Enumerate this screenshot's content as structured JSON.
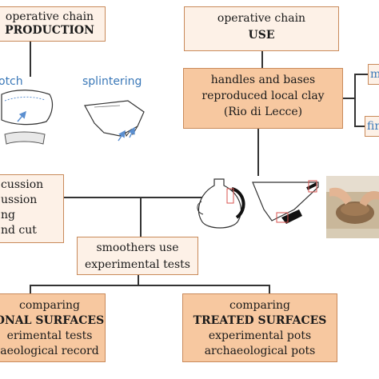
{
  "production_box": {
    "line1": "operative chain",
    "line2": "PRODUCTION"
  },
  "use_box": {
    "line1": "operative chain",
    "line2": "USE"
  },
  "clay_box": {
    "line1": "handles and bases",
    "line2": "reproduced local clay",
    "line3": "(Rio di Lecce)"
  },
  "side_box_top": {
    "text": "m"
  },
  "side_box_bottom": {
    "text": "fir"
  },
  "labels": {
    "notch": "otch",
    "splintering": "splintering"
  },
  "percussion_box": {
    "line1": "cussion",
    "line2": "ussion",
    "line3": "ng",
    "line4": "nd cut"
  },
  "smoothers_box": {
    "line1": "smoothers use",
    "line2": "experimental tests"
  },
  "functional_box": {
    "line1": "comparing",
    "line2": "ONAL SURFACES",
    "line3": "erimental tests",
    "line4": "aeological record"
  },
  "treated_box": {
    "line1": "comparing",
    "line2": "TREATED SURFACES",
    "line3": "experimental pots",
    "line4": "archaeological pots"
  },
  "colors": {
    "box_border": "#c98a5a",
    "box_fill_light": "#fdf1e7",
    "box_fill_dark": "#f7c8a0",
    "label_blue": "#3a78b8",
    "arrow_blue": "#5b8fd0",
    "highlight_red": "#d9534f"
  }
}
